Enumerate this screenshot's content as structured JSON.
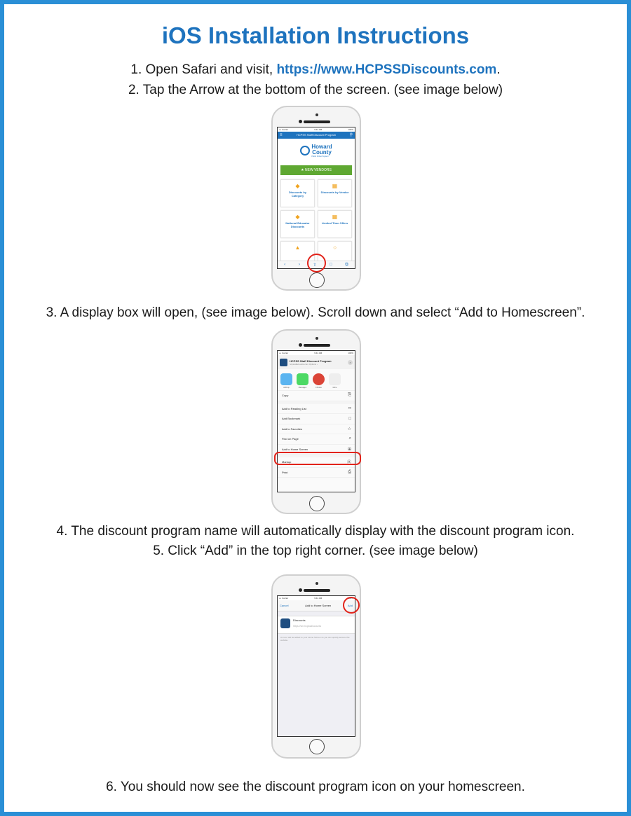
{
  "title": "iOS Installation Instructions",
  "steps": {
    "s1_prefix": "1.  Open Safari and visit, ",
    "s1_link": "https://www.HCPSSDiscounts.com",
    "s1_suffix": ".",
    "s2": "2.  Tap the Arrow at the bottom of the screen. (see image below)",
    "s3": "3.  A display box will open, (see image below).  Scroll down and select “Add to Homescreen”.",
    "s4": "4.  The discount program name will automatically display with the discount program icon.",
    "s5": "5.  Click “Add” in the top right corner. (see image below)",
    "s6": "6.  You should now see the discount program icon on your homescreen."
  },
  "colors": {
    "accent": "#1e73be",
    "border": "#2a8fd6",
    "highlight": "#e2231a",
    "new_vendors": "#5fa832",
    "tile_icon": "#f0a31e"
  },
  "phone1": {
    "status_left": "••• Carrier",
    "status_center": "9:41 AM",
    "status_right": "100%",
    "nav_title": "HCPSS Staff Discount Program",
    "logo_line1": "Howard",
    "logo_line2": "County",
    "logo_sub": "Public School System",
    "new_vendors": "★  NEW VENDORS",
    "tiles": [
      {
        "icon": "tag-icon",
        "glyph": "◆",
        "label": "Discounts by Category"
      },
      {
        "icon": "building-icon",
        "glyph": "▦",
        "label": "Discounts by Vendor"
      },
      {
        "icon": "tag-icon",
        "glyph": "◆",
        "label": "National Educator Discounts"
      },
      {
        "icon": "calendar-icon",
        "glyph": "▦",
        "label": "Limited Time Offers"
      },
      {
        "icon": "envelope-icon",
        "glyph": "▲",
        "label": ""
      },
      {
        "icon": "search-icon",
        "glyph": "○",
        "label": ""
      }
    ],
    "toolbar": {
      "back": "‹",
      "forward": "›",
      "share": "⇧",
      "bookmarks": "□",
      "tabs": "⧉"
    }
  },
  "phone2": {
    "status_left": "••• Carrier",
    "status_center": "9:41 AM",
    "status_right": "100%",
    "sheet_title": "HCPSS Staff Discount Program",
    "sheet_sub": "hcpssdiscounts.com  Options ›",
    "close": "×",
    "apps": [
      {
        "label": "AirDrop",
        "color": "#5ab4f0",
        "icon": "airdrop-icon"
      },
      {
        "label": "Messages",
        "color": "#4cd964",
        "icon": "messages-icon"
      },
      {
        "label": "Chrome",
        "color": "#db4437",
        "icon": "chrome-icon"
      },
      {
        "label": "More",
        "color": "#eeeeee",
        "icon": "more-icon"
      }
    ],
    "actions": [
      {
        "label": "Copy",
        "glyph": "⎘",
        "icon": "copy-icon"
      },
      {
        "label": "Add to Reading List",
        "glyph": "∞",
        "icon": "glasses-icon"
      },
      {
        "label": "Add Bookmark",
        "glyph": "□",
        "icon": "book-icon"
      },
      {
        "label": "Add to Favorites",
        "glyph": "☆",
        "icon": "star-icon"
      },
      {
        "label": "Find on Page",
        "glyph": "⌕",
        "icon": "search-icon"
      },
      {
        "label": "Add to Home Screen",
        "glyph": "⊞",
        "icon": "plus-square-icon"
      },
      {
        "label": "Markup",
        "glyph": "Ⓐ",
        "icon": "markup-icon"
      },
      {
        "label": "Print",
        "glyph": "⎙",
        "icon": "print-icon"
      }
    ]
  },
  "phone3": {
    "status_left": "••• Carrier",
    "status_center": "9:41 AM",
    "status_right": "100%",
    "cancel": "Cancel",
    "header_title": "Add to Home Screen",
    "add": "Add",
    "app_name": "Discounts",
    "app_url": "https://sm.hcpssdiscounts",
    "note": "An icon will be added to your Home Screen so you can quickly access this website."
  }
}
